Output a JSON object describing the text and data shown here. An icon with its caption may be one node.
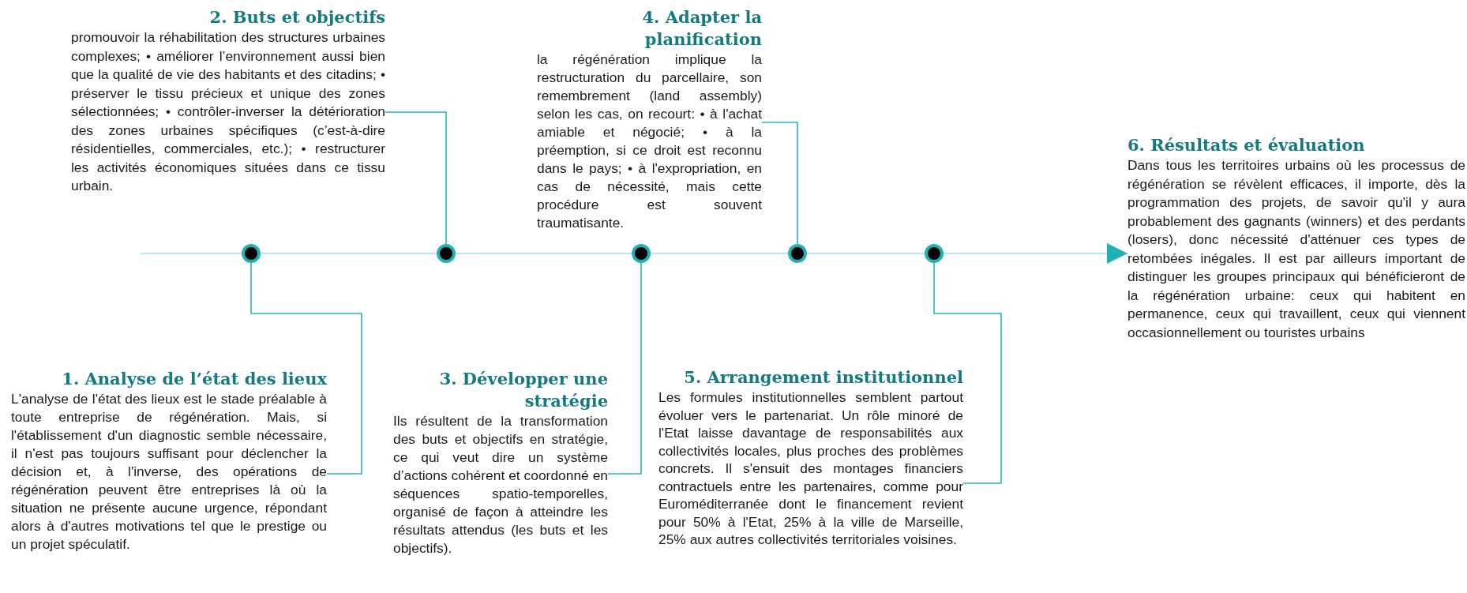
{
  "diagram": {
    "nodes": [
      {
        "text": [
          "1. Analyse de l’état des lieux",
          "L'analyse de l'état des lieux est le stade préalable à toute entreprise de régénération. Mais, si l'établissement d'un diagnostic semble nécessaire, il n'est pas toujours suffisant pour déclencher la décision et, à l'inverse, des opérations de régénération peuvent être entreprises là où la situation ne présente aucune urgence, répondant alors à d'autres motivations tel que le prestige ou un projet spéculatif."
        ]
      },
      {
        "text": [
          "2. Buts et objectifs",
          "promouvoir la réhabilitation des structures urbaines complexes; • améliorer l’environnement aussi bien que la qualité de vie des habitants et des citadins; • préserver le tissu précieux et unique des zones sélectionnées; • contrôler-inverser la détérioration des zones urbaines spécifiques (c’est-à-dire résidentielles, commerciales, etc.); • restructurer les activités économiques situées dans ce tissu urbain."
        ]
      },
      {
        "text": [
          "3. Développer une stratégie",
          "Ils résultent de la transformation des buts et objectifs en stratégie, ce qui veut dire un système d’actions cohérent et coordonné en séquences spatio-temporelles, organisé de façon à atteindre les résultats attendus (les buts et les objectifs)."
        ]
      },
      {
        "text": [
          "4. Adapter la planification",
          "la régénération implique la restructuration du parcellaire, son remembrement (land assembly) selon les cas, on recourt: • à l'achat amiable et négocié; • à la préemption, si ce droit est reconnu dans le pays; • à l'expropriation, en cas de nécessité, mais cette procédure est souvent traumatisante."
        ]
      },
      {
        "text": [
          "5. Arrangement institutionnel",
          "Les formules institutionnelles semblent partout évoluer vers le partenariat. Un rôle minoré de l'Etat laisse davantage de responsabilités aux collectivités locales, plus proches des problèmes concrets. Il s'ensuit des montages financiers contractuels entre les partenaires, comme pour Euroméditerranée dont le financement revient pour 50% à l'Etat, 25% à la ville de Marseille, 25% aux autres collectivités territoriales voisines."
        ]
      },
      {
        "text": [
          "6. Résultats et évaluation",
          "Dans tous les territoires urbains où les processus de régénération se révèlent efficaces, il importe, dès la programmation des projets, de savoir qu'il y aura probablement des gagnants (winners) et des perdants (losers), donc nécessité d'atténuer ces types de retombées inégales. Il est par ailleurs important de distinguer les groupes principaux qui bénéficieront de la régénération urbaine: ceux qui habitent en permanence, ceux qui travaillent, ceux qui viennent occasionnellement ou touristes urbains"
        ]
      },
      {
        "text": [],
        "shape": "circle"
      },
      {
        "text": [],
        "shape": "circle"
      },
      {
        "text": [],
        "shape": "circle"
      },
      {
        "text": [],
        "shape": "circle"
      },
      {
        "text": [],
        "shape": "circle"
      }
    ],
    "edges": [
      {
        "from": null,
        "to": 6,
        "arrow": "none"
      },
      {
        "from": 6,
        "to": 7,
        "arrow": "none"
      },
      {
        "from": 7,
        "to": 8,
        "arrow": "none"
      },
      {
        "from": 8,
        "to": 9,
        "arrow": "none"
      },
      {
        "from": 9,
        "to": 10,
        "arrow": "none"
      },
      {
        "from": 10,
        "to": 5,
        "arrow": "to"
      },
      {
        "from": 6,
        "to": 0,
        "arrow": "none",
        "color": "#2bb5bb"
      },
      {
        "from": 7,
        "to": 1,
        "arrow": "none",
        "color": "#2bb5bb"
      },
      {
        "from": 8,
        "to": 2,
        "arrow": "none",
        "color": "#2bb5bb"
      },
      {
        "from": 9,
        "to": 3,
        "arrow": "none",
        "color": "#2bb5bb"
      },
      {
        "from": 10,
        "to": 4,
        "arrow": "none",
        "color": "#2bb5bb"
      }
    ]
  }
}
